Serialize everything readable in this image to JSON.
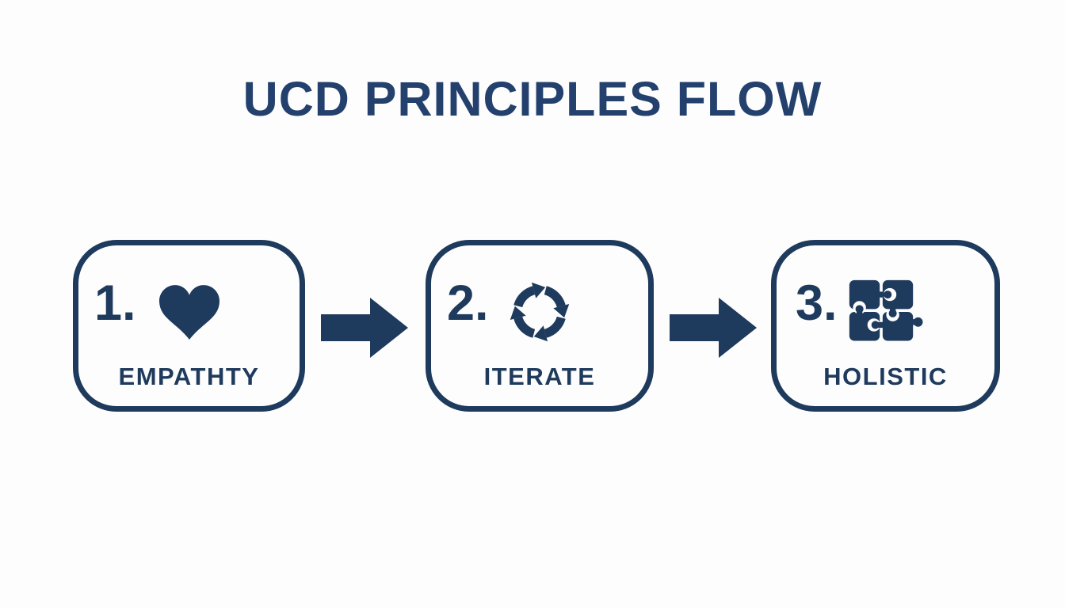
{
  "title": "UCD PRINCIPLES FLOW",
  "colors": {
    "background": "#fdfdfd",
    "accent": "#1e3a5c",
    "title": "#24416e"
  },
  "steps": [
    {
      "number": "1.",
      "icon": "heart-icon",
      "label": "EMPATHTY"
    },
    {
      "number": "2.",
      "icon": "cycle-arrows-icon",
      "label": "ITERATE"
    },
    {
      "number": "3.",
      "icon": "puzzle-icon",
      "label": "HOLISTIC"
    }
  ],
  "connectors": [
    {
      "icon": "arrow-right-icon"
    },
    {
      "icon": "arrow-right-icon"
    }
  ]
}
